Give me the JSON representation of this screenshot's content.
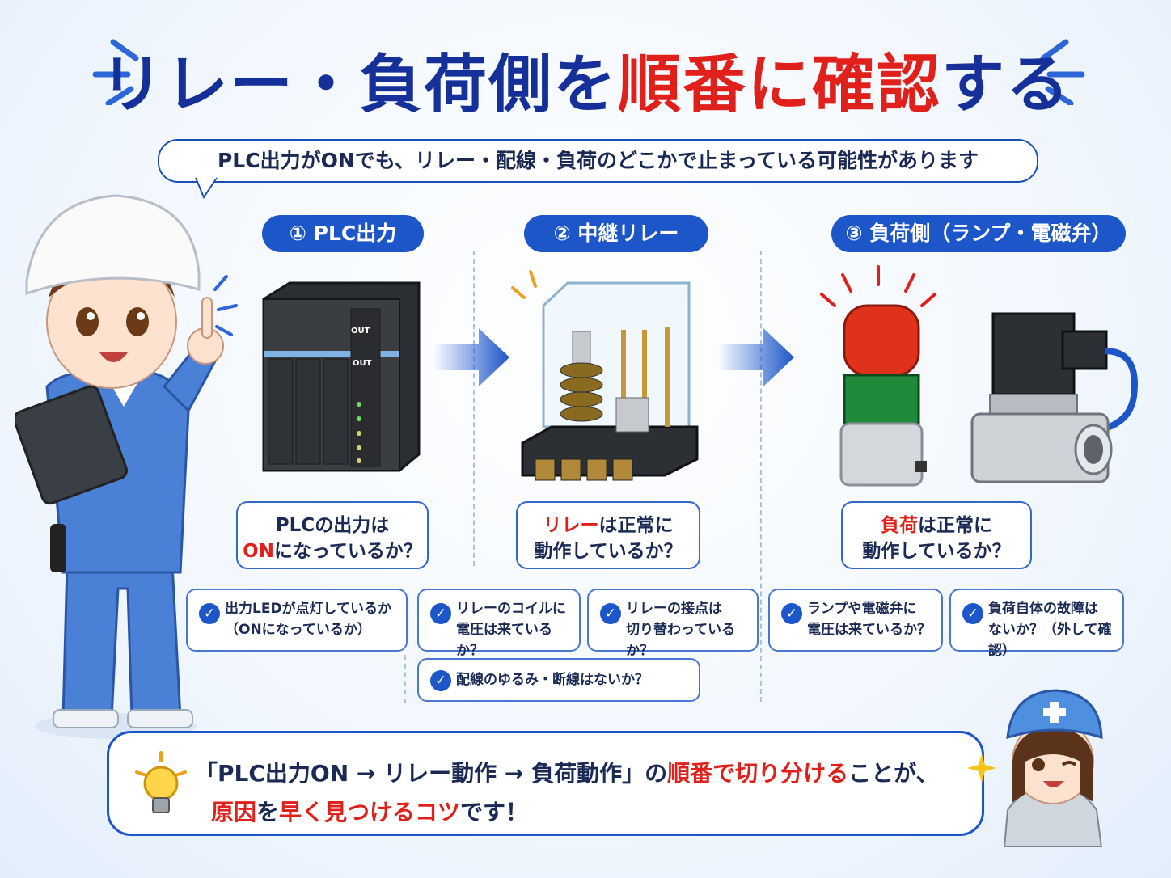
{
  "title": {
    "part1": "リレー・負荷側を",
    "part2": "順番に確認",
    "part3": "する"
  },
  "subtitle": "PLC出力がONでも、リレー・配線・負荷のどこかで止まっている可能性があります",
  "steps": [
    {
      "label": "① PLC出力"
    },
    {
      "label": "② 中継リレー"
    },
    {
      "label": "③ 負荷側（ランプ・電磁弁）"
    }
  ],
  "device_labels": {
    "out_top": "OUT",
    "out_mid": "OUT"
  },
  "questions": [
    {
      "red": "",
      "line1": "PLCの出力は",
      "red2": "ON",
      "line2": "になっているか？"
    },
    {
      "red": "リレー",
      "line1": "は正常に",
      "line2": "動作しているか？"
    },
    {
      "red": "負荷",
      "line1": "は正常に",
      "line2": "動作しているか？"
    }
  ],
  "checks": [
    {
      "line1": "出力LEDが点灯しているか",
      "line2": "（ONになっているか）"
    },
    {
      "line1": "リレーのコイルに",
      "line2": "電圧は来ているか？"
    },
    {
      "line1": "リレーの接点は",
      "line2": "切り替わっているか？"
    },
    {
      "line1": "ランプや電磁弁に",
      "line2": "電圧は来ているか？"
    },
    {
      "line1": "負荷自体の故障は",
      "line2": "ないか？（外して確認）"
    },
    {
      "line1": "配線のゆるみ・断線はないか？",
      "line2": ""
    }
  ],
  "tip": {
    "q1": "「PLC出力ON → リレー動作 → 負荷動作」の",
    "red1": "順番で切り分ける",
    "q1end": "ことが、",
    "red2": "原因",
    "mid2": "を",
    "red3": "早く見つけるコツ",
    "end2": "です！"
  },
  "colors": {
    "accent_blue": "#1c56c9",
    "title_blue": "#16309a",
    "highlight_red": "#e0201b"
  },
  "icons": [
    "check-icon",
    "lightbulb-icon",
    "arrow-right-icon",
    "sparkle-icon"
  ]
}
